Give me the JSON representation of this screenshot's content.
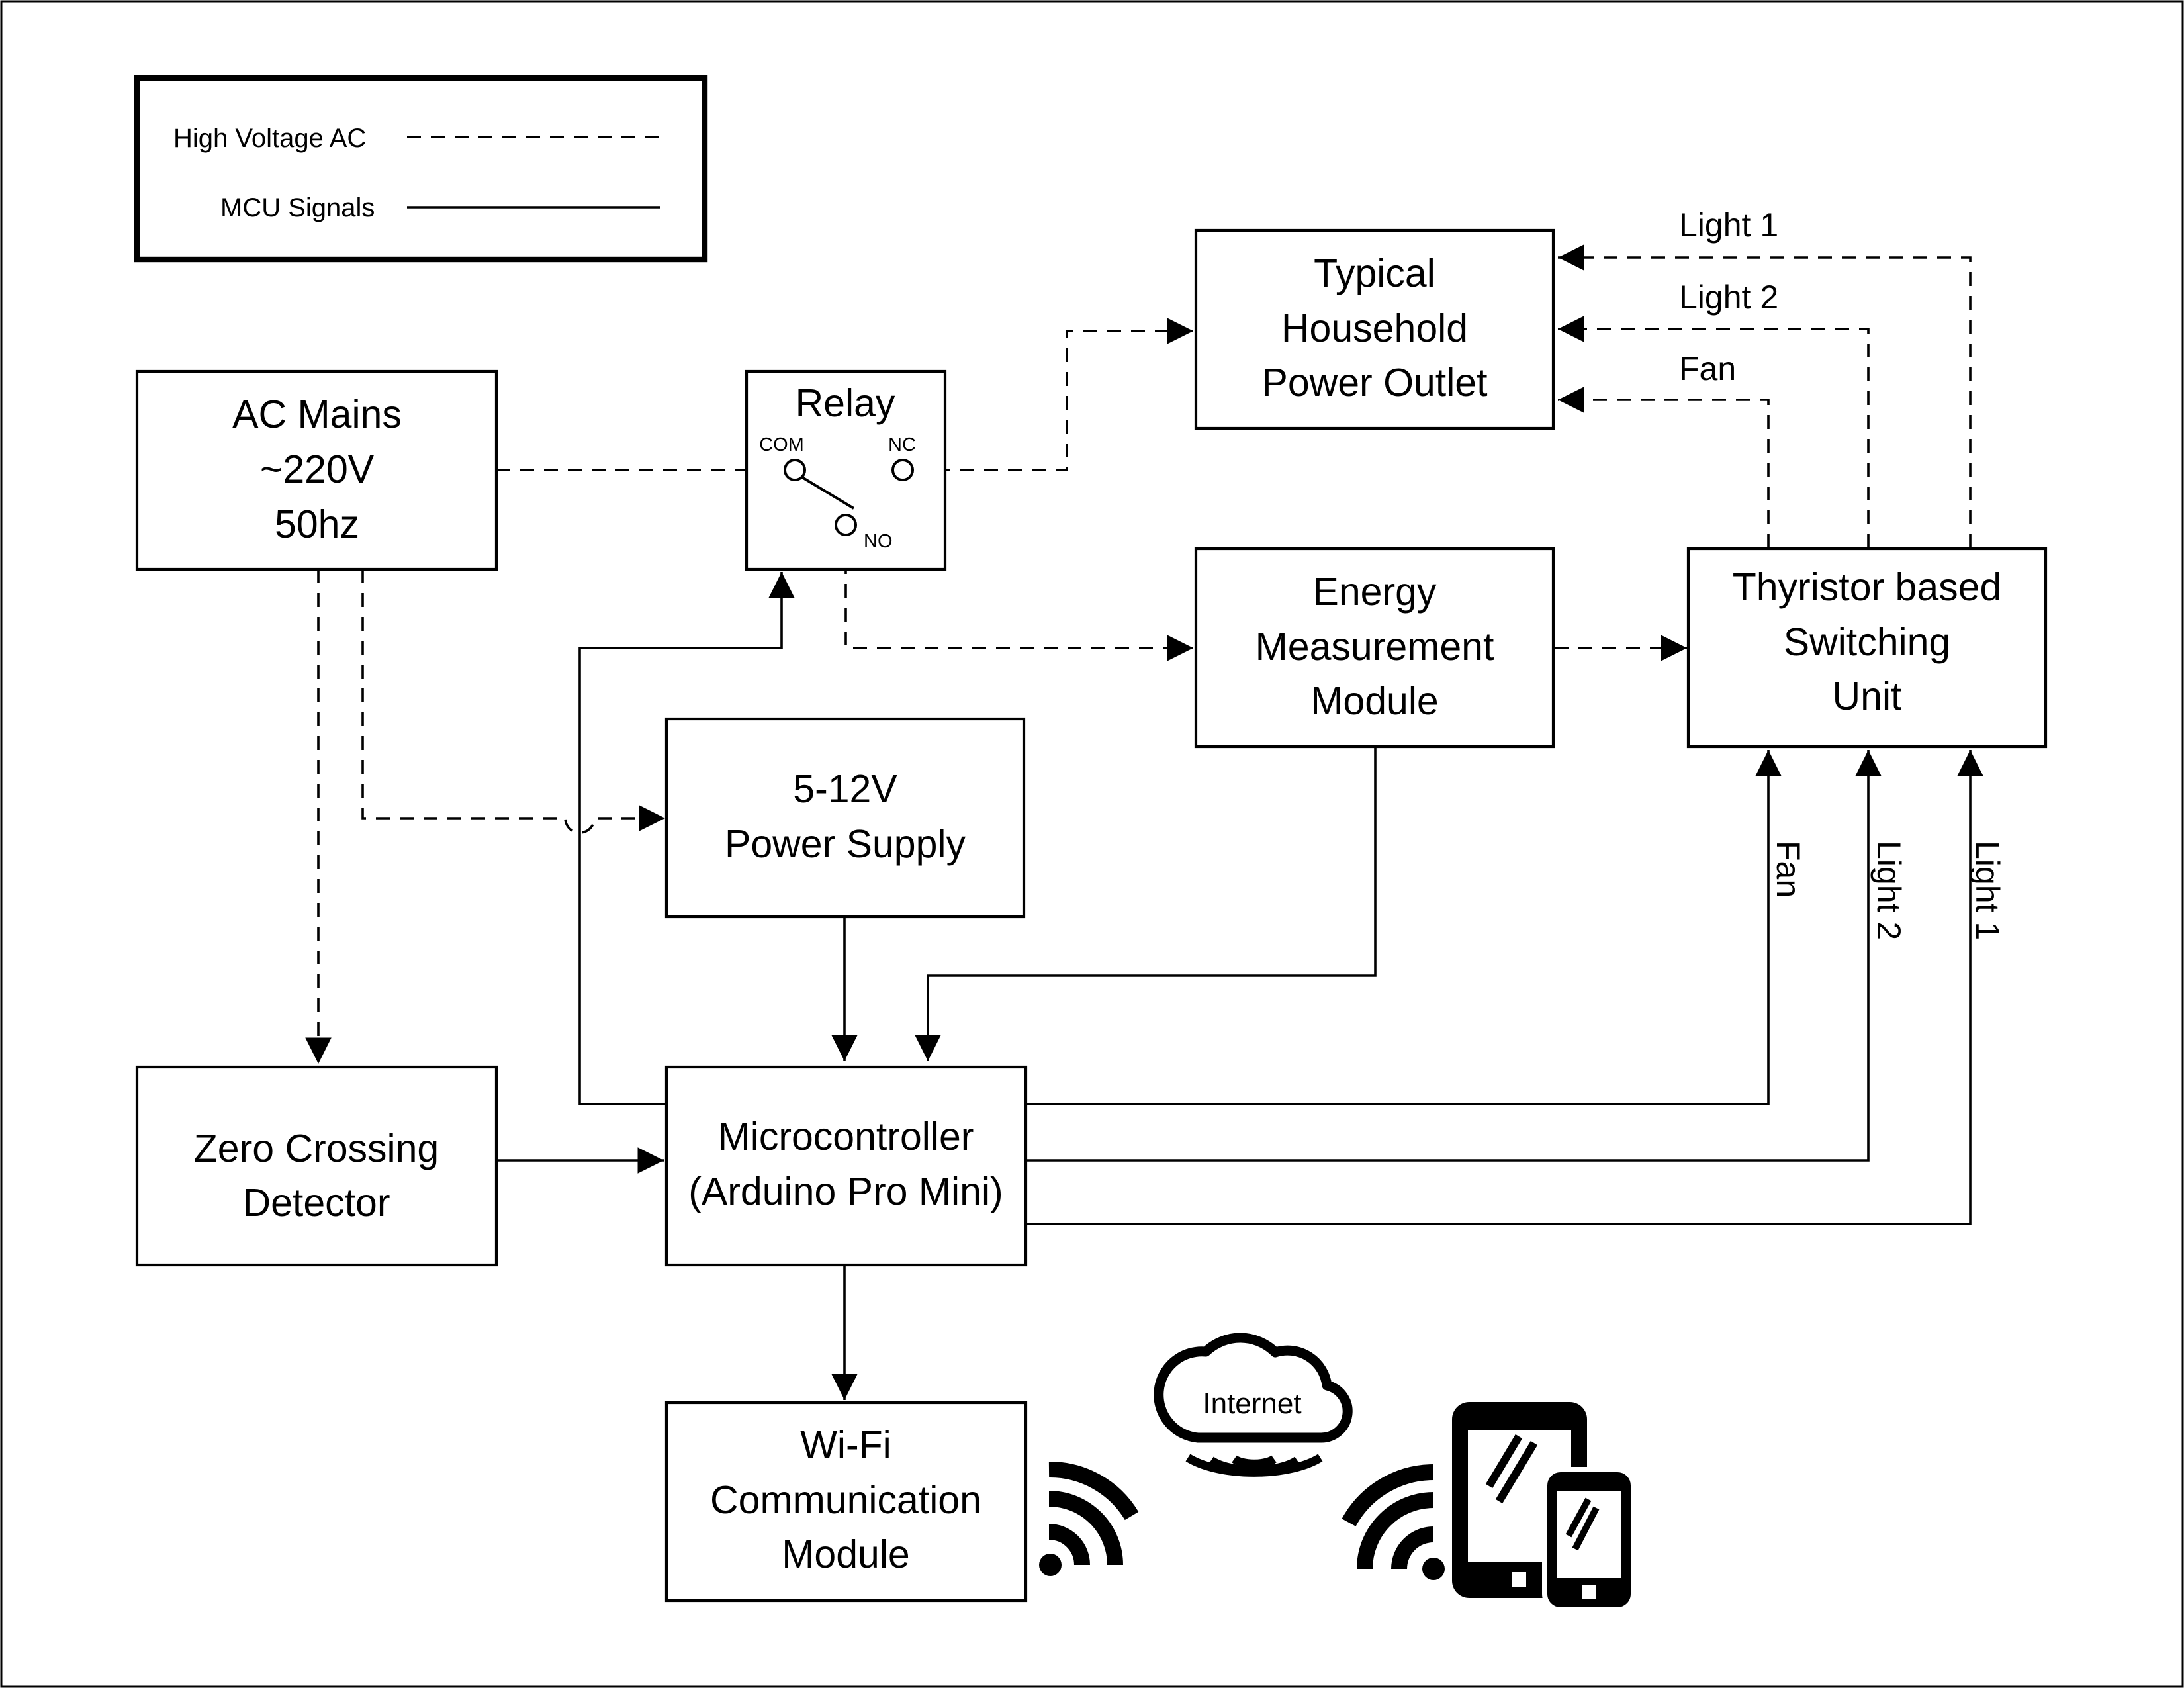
{
  "legend": {
    "high_voltage": "High Voltage AC",
    "mcu_signals": "MCU Signals"
  },
  "blocks": {
    "ac_mains": [
      "AC Mains",
      "~220V",
      "50hz"
    ],
    "relay": {
      "title": "Relay",
      "com": "COM",
      "nc": "NC",
      "no": "NO"
    },
    "outlet": [
      "Typical",
      "Household",
      "Power Outlet"
    ],
    "energy": [
      "Energy",
      "Measurement",
      "Module"
    ],
    "thyristor": [
      "Thyristor based",
      "Switching",
      "Unit"
    ],
    "power_supply": [
      "5-12V",
      "Power Supply"
    ],
    "zero_crossing": [
      "Zero Crossing",
      "Detector"
    ],
    "mcu": [
      "Microcontroller",
      "(Arduino Pro Mini)"
    ],
    "wifi": [
      "Wi-Fi",
      "Communication",
      "Module"
    ]
  },
  "line_labels": {
    "outlet_light1": "Light 1",
    "outlet_light2": "Light 2",
    "outlet_fan": "Fan",
    "ctrl_fan": "Fan",
    "ctrl_light2": "Light 2",
    "ctrl_light1": "Light 1"
  },
  "cloud": {
    "label": "Internet"
  },
  "icons": [
    "wifi-signal-icon",
    "cloud-icon",
    "smartphone-icon",
    "tablet-icon",
    "mobile-wifi-signal-icon"
  ],
  "colors": {
    "line": "#000000",
    "background": "#ffffff"
  }
}
